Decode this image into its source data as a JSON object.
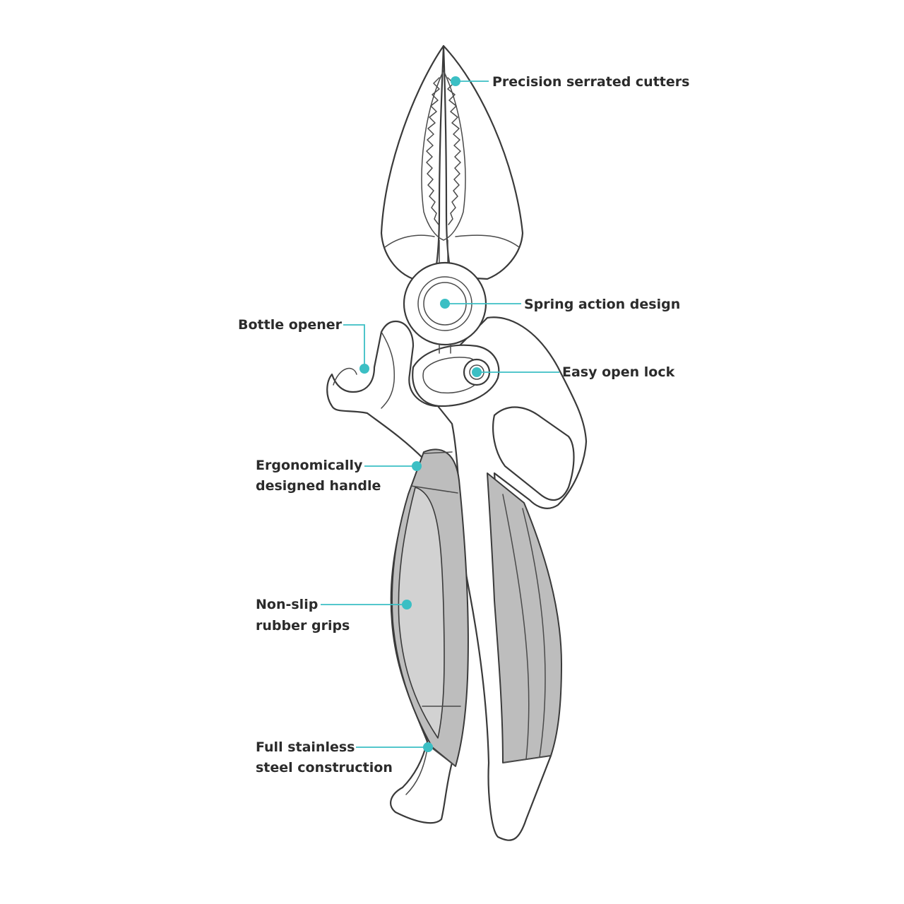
{
  "accent_color": "#3bbfc4",
  "callouts": [
    {
      "id": "cutters",
      "lines": [
        "Precision serrated cutters"
      ]
    },
    {
      "id": "spring",
      "lines": [
        "Spring action design"
      ]
    },
    {
      "id": "opener",
      "lines": [
        "Bottle opener"
      ]
    },
    {
      "id": "lock",
      "lines": [
        "Easy open lock"
      ]
    },
    {
      "id": "handle",
      "lines": [
        "Ergonomically",
        "designed handle"
      ]
    },
    {
      "id": "grips",
      "lines": [
        "Non-slip",
        "rubber grips"
      ]
    },
    {
      "id": "steel",
      "lines": [
        "Full stainless",
        "steel construction"
      ]
    }
  ]
}
